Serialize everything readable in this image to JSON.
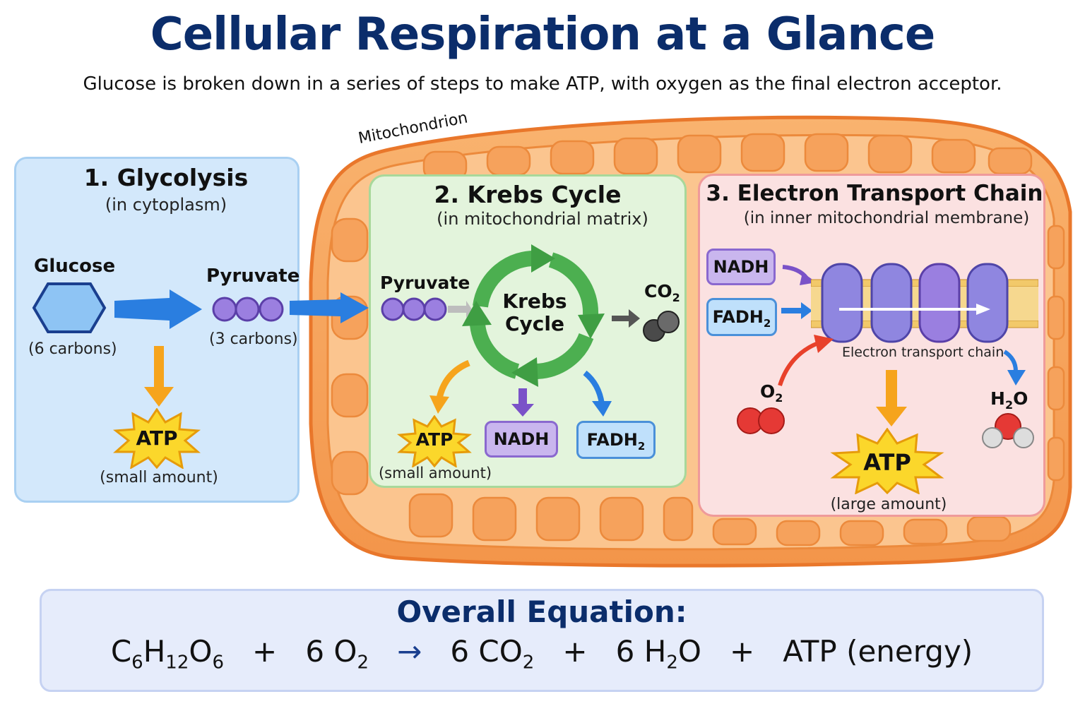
{
  "header": {
    "title": "Cellular Respiration at a Glance",
    "subtitle": "Glucose is broken down in a series of steps to make ATP, with oxygen as the final electron acceptor."
  },
  "mitochondrion_label": "Mitochondrion",
  "glycolysis": {
    "heading": "1. Glycolysis",
    "location": "(in cytoplasm)",
    "glucose_label": "Glucose",
    "glucose_note": "(6 carbons)",
    "pyruvate_label": "Pyruvate",
    "pyruvate_note": "(3 carbons)",
    "atp_label": "ATP",
    "atp_note": "(small amount)"
  },
  "krebs": {
    "heading": "2. Krebs Cycle",
    "location": "(in mitochondrial matrix)",
    "pyruvate_label": "Pyruvate",
    "cycle_line1": "Krebs",
    "cycle_line2": "Cycle",
    "co2_main": "CO",
    "co2_sub": "2",
    "atp_label": "ATP",
    "atp_note": "(small amount)",
    "nadh_label": "NADH",
    "fadh_main": "FADH",
    "fadh_sub": "2"
  },
  "etc": {
    "heading": "3. Electron Transport Chain",
    "location": "(in inner mitochondrial membrane)",
    "nadh_label": "NADH",
    "fadh_main": "FADH",
    "fadh_sub": "2",
    "chain_label": "Electron transport chain",
    "o2_main": "O",
    "o2_sub": "2",
    "h2o_h": "H",
    "h2o_sub": "2",
    "h2o_o": "O",
    "atp_label": "ATP",
    "atp_note": "(large amount)"
  },
  "equation": {
    "title": "Overall Equation:",
    "glucose": {
      "c": "C",
      "c_n": "6",
      "h": "H",
      "h_n": "12",
      "o": "O",
      "o_n": "6"
    },
    "plus1": "+",
    "oxygen": {
      "coef": "6 O",
      "n": "2"
    },
    "arrow": "→",
    "co2": {
      "coef": "6 CO",
      "n": "2"
    },
    "plus2": "+",
    "water": {
      "coef": "6 H",
      "n": "2",
      "tail": "O"
    },
    "plus3": "+",
    "energy": "ATP (energy)"
  },
  "colors": {
    "title": "#0b2d6b",
    "glycolysis_bg": "#d3e8fb",
    "krebs_bg": "#e3f4dc",
    "etc_bg": "#fbe1e1",
    "mito_outer": "#f7a55a",
    "atp_star": "#fbd72b",
    "cycle_arrow": "#4caf50",
    "flow_arrow": "#1f6fd0"
  }
}
